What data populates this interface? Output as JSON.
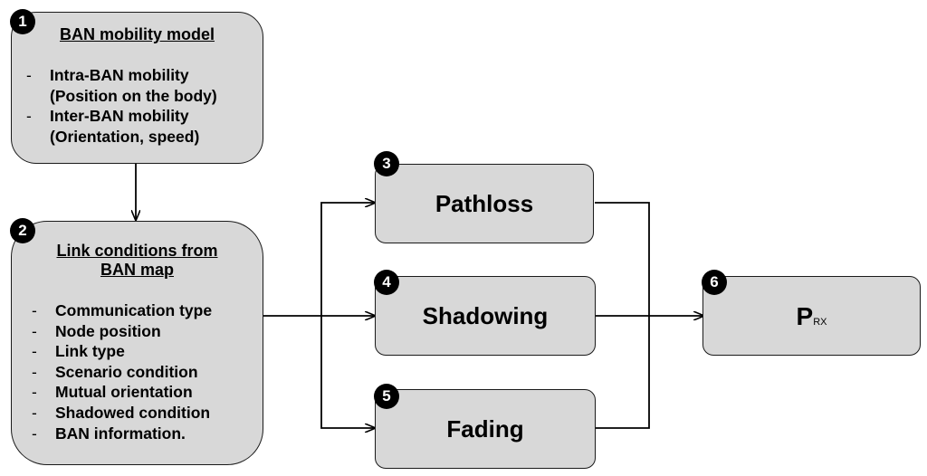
{
  "nodes": {
    "n1": {
      "badge": "1",
      "title": "BAN mobility model",
      "items": [
        "Intra-BAN mobility",
        "(Position on the body)",
        "Inter-BAN mobility",
        "(Orientation,  speed)"
      ],
      "item_dashes": [
        "-",
        "",
        "-",
        ""
      ]
    },
    "n2": {
      "badge": "2",
      "title_line1": "Link conditions from",
      "title_line2_a": "BAN ",
      "title_line2_b": "map",
      "items": [
        "Communication type",
        "Node position",
        "Link type",
        "Scenario condition",
        "Mutual orientation",
        "Shadowed condition",
        "BAN information."
      ]
    },
    "n3": {
      "badge": "3",
      "label": "Pathloss"
    },
    "n4": {
      "badge": "4",
      "label": "Shadowing"
    },
    "n5": {
      "badge": "5",
      "label": "Fading"
    },
    "n6": {
      "badge": "6",
      "label_main": "P",
      "label_sub": "RX"
    }
  },
  "colors": {
    "box_fill": "#d8d8d8",
    "outline": "#1a1a1a",
    "badge": "#000000",
    "text": "#000000"
  }
}
